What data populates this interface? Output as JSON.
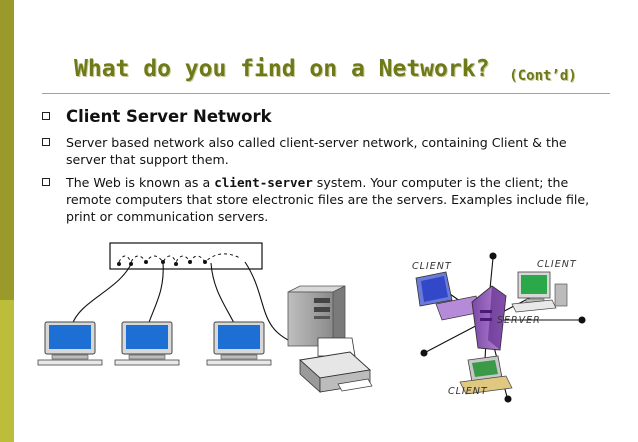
{
  "slide": {
    "title": "What do you find on a Network?",
    "title_suffix": "(Cont’d)",
    "heading": "Client Server Network",
    "bullet1": "Server based network also called client-server network, containing Client & the server that support them.",
    "bullet2_before": "The Web is known as a ",
    "bullet2_bold": "client-server",
    "bullet2_after": " system. Your computer is the client; the remote computers that store electronic files are the servers. Examples include file, print or communication servers."
  },
  "diagram_labels": {
    "client_left": "CLIENT",
    "client_right": "CLIENT",
    "server": "SERVER",
    "client_bottom": "CLIENT"
  },
  "colors": {
    "accent_bar_dark": "#9a9a2a",
    "accent_bar_light": "#bdbd3c",
    "title": "#6e7a18",
    "screen_blue": "#1d6fd4"
  }
}
